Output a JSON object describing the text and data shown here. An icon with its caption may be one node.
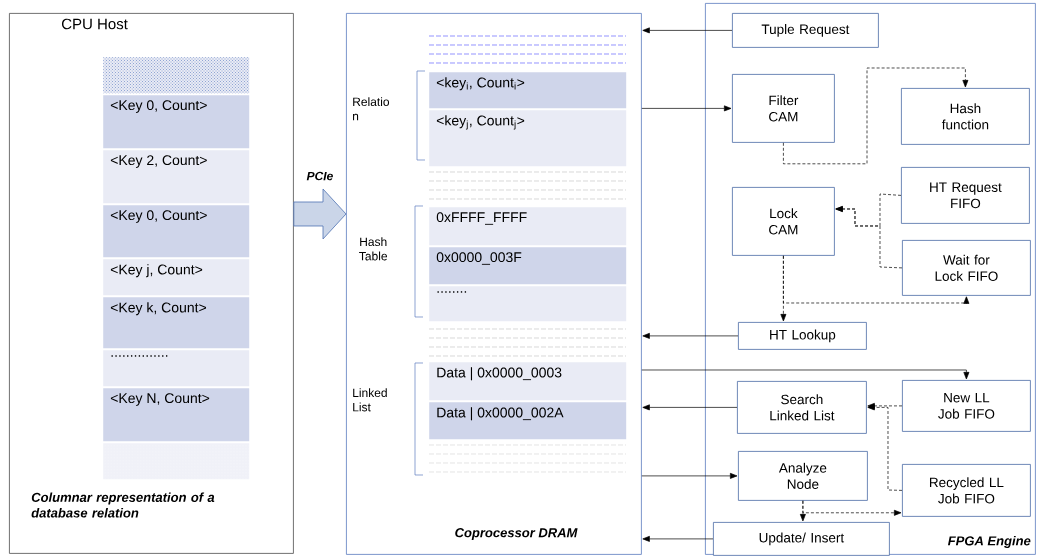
{
  "diagram": {
    "nodes": [
      {
        "text": [
          "CPU Host",
          "Columnar representation of a database relation"
        ]
      },
      {
        "text": [],
        "shape": "bar",
        "in": 0
      },
      {
        "text": [
          "<Key 0, Count>"
        ],
        "in": 0
      },
      {
        "text": [
          "<Key 2, Count>"
        ],
        "in": 0
      },
      {
        "text": [
          "<Key 0, Count>"
        ],
        "in": 0
      },
      {
        "text": [
          "<Key j, Count>"
        ],
        "in": 0
      },
      {
        "text": [
          "<Key k, Count>"
        ],
        "in": 0
      },
      {
        "text": [
          "..............."
        ],
        "in": 0
      },
      {
        "text": [
          "<Key N, Count>"
        ],
        "in": 0
      },
      {
        "text": [],
        "shape": "bar",
        "in": 0
      },
      {
        "text": [
          "Coprocessor DRAM"
        ]
      },
      {
        "text": [],
        "shape": "bar",
        "in": 10
      },
      {
        "text": [
          "<key$_{i}$, Count$_{i}$>"
        ],
        "in": 10
      },
      {
        "text": [
          "<key$_{j}$, Count$_{j}$>"
        ],
        "in": 10
      },
      {
        "text": [],
        "shape": "bar",
        "in": 10
      },
      {
        "text": [
          "0xFFFF_FFFF"
        ],
        "in": 10
      },
      {
        "text": [
          "0x0000_003F"
        ],
        "in": 10
      },
      {
        "text": [
          "........"
        ],
        "in": 10
      },
      {
        "text": [],
        "shape": "bar",
        "in": 10
      },
      {
        "text": [
          "Data | 0x0000_0003"
        ],
        "in": 10
      },
      {
        "text": [
          "Data | 0x0000_002A"
        ],
        "in": 10
      },
      {
        "text": [],
        "shape": "bar",
        "in": 10
      },
      {
        "text": [
          "FPGA Engine"
        ]
      },
      {
        "text": [
          "Tuple Request"
        ],
        "in": 22
      },
      {
        "text": [
          "Filter CAM"
        ],
        "in": 22
      },
      {
        "text": [
          "Hash function"
        ],
        "in": 22
      },
      {
        "text": [
          "Lock CAM"
        ],
        "in": 22
      },
      {
        "text": [
          "HT Request FIFO"
        ],
        "in": 22
      },
      {
        "text": [
          "Wait for Lock FIFO"
        ],
        "in": 22
      },
      {
        "text": [
          "HT Lookup"
        ],
        "in": 22
      },
      {
        "text": [
          "Search Linked List"
        ],
        "in": 22
      },
      {
        "text": [
          "New LL Job FIFO"
        ],
        "in": 22
      },
      {
        "text": [
          "Analyze Node"
        ],
        "in": 22
      },
      {
        "text": [
          "Recycled LL Job FIFO"
        ],
        "in": 22
      },
      {
        "text": [
          "Update/ Insert"
        ],
        "in": 22
      }
    ],
    "edges": [
      {
        "from": 0,
        "to": 10,
        "arrow": "to",
        "label": "PCIe",
        "style": "thick",
        "color": "#4f72b3"
      },
      {
        "from": 23,
        "to": 10,
        "arrow": "to"
      },
      {
        "from": 10,
        "to": 24,
        "arrow": "to"
      },
      {
        "from": 24,
        "to": 25,
        "arrow": "to",
        "style": "dashed"
      },
      {
        "from": 27,
        "to": 26,
        "arrow": "to",
        "style": "dashed"
      },
      {
        "from": 28,
        "to": 26,
        "arrow": "to",
        "style": "dashed"
      },
      {
        "from": 26,
        "to": 29,
        "arrow": "to",
        "style": "dashed"
      },
      {
        "from": 26,
        "to": 28,
        "arrow": "to",
        "style": "dashed"
      },
      {
        "from": 29,
        "to": 10,
        "arrow": "to"
      },
      {
        "from": 10,
        "to": 31,
        "arrow": "to"
      },
      {
        "from": 31,
        "to": 30,
        "arrow": "to",
        "style": "dashed"
      },
      {
        "from": 33,
        "to": 30,
        "arrow": "to",
        "style": "dashed"
      },
      {
        "from": 30,
        "to": 10,
        "arrow": "to"
      },
      {
        "from": 10,
        "to": 32,
        "arrow": "to"
      },
      {
        "from": 32,
        "to": 34,
        "arrow": "to",
        "style": "dashed"
      },
      {
        "from": 32,
        "to": 33,
        "arrow": "to",
        "style": "dashed"
      },
      {
        "from": 34,
        "to": 10,
        "arrow": "to"
      }
    ],
    "labels": [
      "Relatio n",
      "Hash Table",
      "Linked List"
    ]
  }
}
